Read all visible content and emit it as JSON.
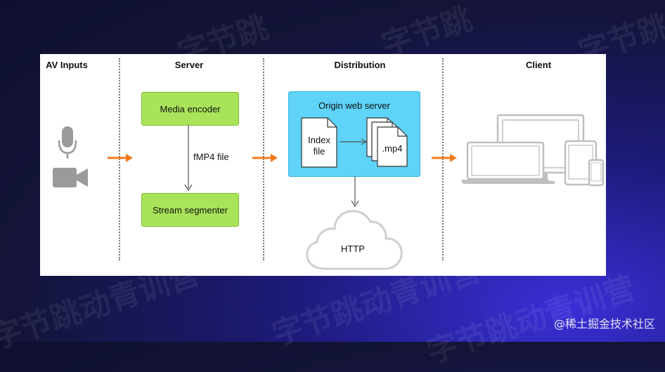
{
  "columns": {
    "av_inputs": "AV Inputs",
    "server": "Server",
    "distribution": "Distribution",
    "client": "Client"
  },
  "server": {
    "media_encoder": "Media encoder",
    "stream_segmenter": "Stream segmenter",
    "fmp4_file": "fMP4 file"
  },
  "distribution": {
    "origin_web_server": "Origin web server",
    "index_file_line1": "Index",
    "index_file_line2": "file",
    "mp4": ".mp4",
    "http": "HTTP"
  },
  "watermark": {
    "text": "字节跳动青训营",
    "short": "字节跳"
  },
  "credit": "@稀土掘金技术社区",
  "colors": {
    "green_box": "#a9e35a",
    "blue_box": "#5fd3f8",
    "arrow_orange": "#f37b1d",
    "device_gray": "#bfbfbf"
  },
  "icons": [
    "microphone-icon",
    "video-camera-icon",
    "laptop-icon",
    "desktop-monitor-icon",
    "tablet-icon",
    "phone-icon",
    "cloud-icon"
  ]
}
